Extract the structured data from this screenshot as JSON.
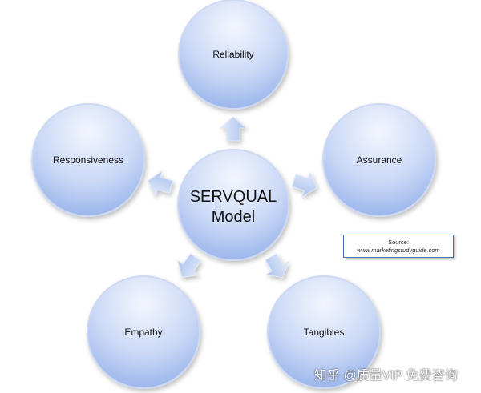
{
  "center": {
    "line1": "SERVQUAL",
    "line2": "Model"
  },
  "dimensions": [
    {
      "label": "Reliability"
    },
    {
      "label": "Assurance"
    },
    {
      "label": "Tangibles"
    },
    {
      "label": "Empathy"
    },
    {
      "label": "Responsiveness"
    }
  ],
  "source": {
    "title": "Source:",
    "url": "www.marketingstudyguide.com"
  },
  "watermark": "知乎 @质量VIP 免费咨询",
  "colors": {
    "circle_top": "#eef3fd",
    "circle_bottom": "#9db8ec",
    "outline": "#b9cbef",
    "arrow": "#c9d8f5"
  }
}
